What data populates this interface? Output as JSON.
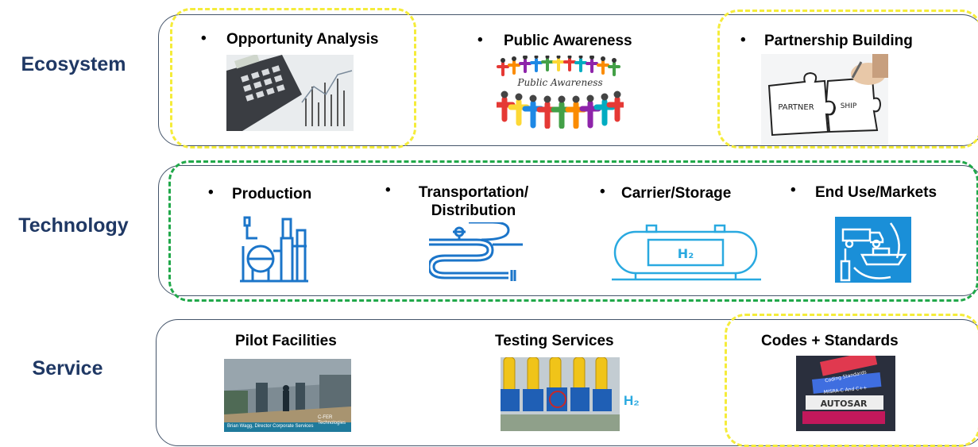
{
  "rows": {
    "ecosystem": {
      "label": "Ecosystem",
      "items": [
        "Opportunity Analysis",
        "Public Awareness",
        "Partnership Building"
      ]
    },
    "technology": {
      "label": "Technology",
      "items": [
        "Production",
        "Transportation/ Distribution",
        "Carrier/Storage",
        "End Use/Markets"
      ]
    },
    "service": {
      "label": "Service",
      "items": [
        "Pilot Facilities",
        "Testing Services",
        "Codes + Standards"
      ]
    }
  },
  "image_text": {
    "public_awareness_banner": "Public Awareness",
    "partner_left": "PARTNER",
    "partner_right": "SHIP",
    "h2_tank": "H₂",
    "h2_testing": "H₂",
    "pilot_caption": "Brian Wagg, Director Corporate Services",
    "pilot_logo": "C-FER Technologies",
    "book_autosar": "AUTOSAR",
    "book_misra": "MISRA-C And C++",
    "book_coding": "Coding Standards"
  },
  "colors": {
    "label_navy": "#1f3864",
    "highlight_yellow": "#f5ec3a",
    "highlight_green": "#21a84a",
    "icon_blue": "#1b75c9",
    "box_border": "#44546a"
  },
  "icons": [
    "calculator-chart-photo",
    "people-circle-icon",
    "puzzle-partnership-photo",
    "refinery-icon",
    "pipeline-icon",
    "h2-tank-icon",
    "end-use-markets-icon",
    "pilot-facility-photo",
    "testing-valves-photo",
    "standards-books-photo"
  ]
}
